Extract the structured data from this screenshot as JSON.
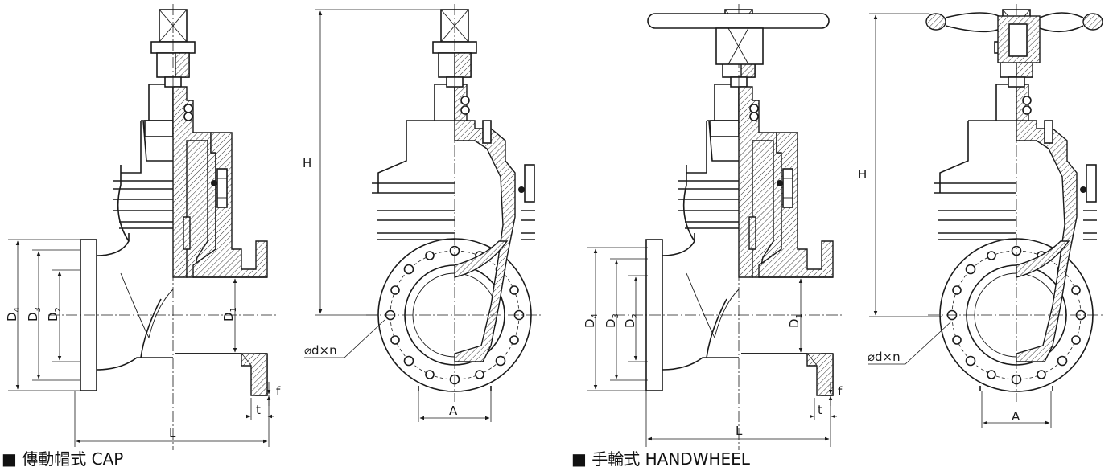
{
  "captions": {
    "cap": "■ 傳動帽式 CAP",
    "handwheel": "■ 手輪式 HANDWHEEL"
  },
  "labels": {
    "H": "H",
    "D4": "D",
    "D4_sub": "4",
    "D3": "D",
    "D3_sub": "3",
    "D2": "D",
    "D2_sub": "2",
    "D1": "D",
    "D1_sub": "1",
    "L": "L",
    "f": "f",
    "t": "t",
    "A": "A",
    "bolt": "⌀d×n"
  }
}
